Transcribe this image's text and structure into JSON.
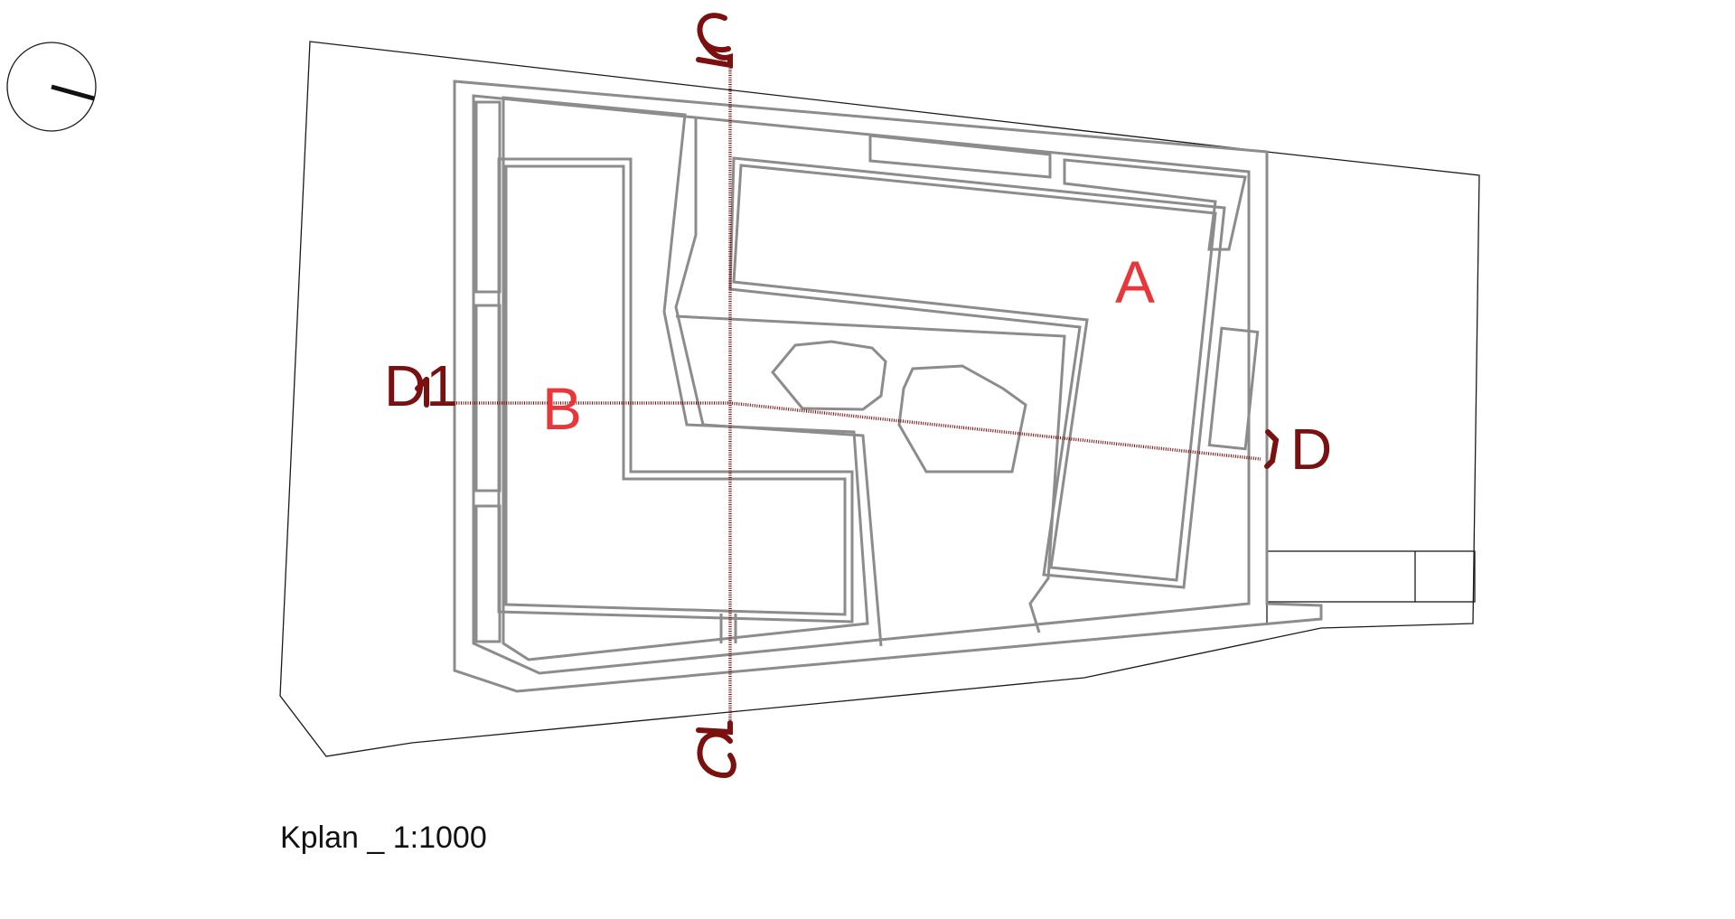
{
  "labels": {
    "building_a": "A",
    "building_b": "B",
    "section_d_left": "D1",
    "section_d_right": "D"
  },
  "caption": "Kplan _ 1:1000",
  "colors": {
    "section_line": "#7a1010",
    "building_label": "#e8363a",
    "plan_line": "#8c8c8c",
    "site_line": "#1a1a1a"
  }
}
